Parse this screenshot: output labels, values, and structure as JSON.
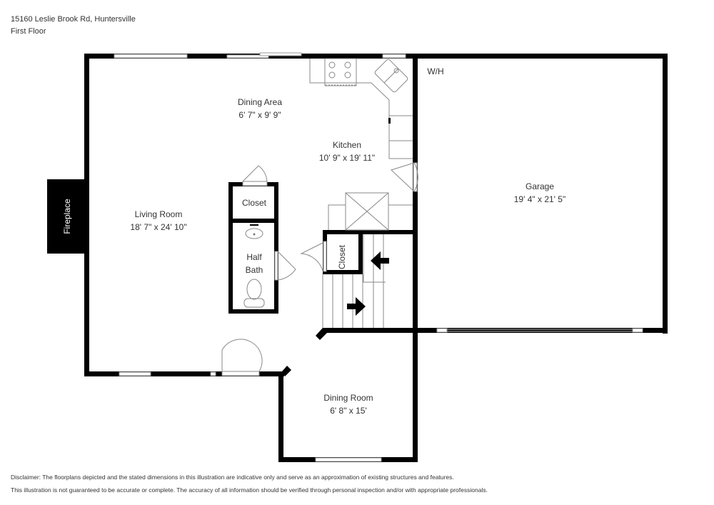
{
  "header": {
    "address": "15160 Leslie Brook Rd, Huntersville",
    "floor": "First Floor"
  },
  "rooms": {
    "dining_area": {
      "name": "Dining Area",
      "dims": "6' 7\" x 9' 9\""
    },
    "kitchen": {
      "name": "Kitchen",
      "dims": "10' 9\" x 19' 11\""
    },
    "living_room": {
      "name": "Living Room",
      "dims": "18' 7\" x 24' 10\""
    },
    "garage": {
      "name": "Garage",
      "dims": "19' 4\" x 21' 5\""
    },
    "dining_room": {
      "name": "Dining Room",
      "dims": "6' 8\" x 15'"
    },
    "closet_1": {
      "name": "Closet"
    },
    "closet_2": {
      "name": "Closet"
    },
    "half_bath": {
      "line1": "Half",
      "line2": "Bath"
    },
    "fireplace": {
      "name": "Fireplace"
    },
    "water_heater": {
      "name": "W/H"
    }
  },
  "disclaimer": {
    "line1": "Disclaimer: The floorplans depicted and the stated dimensions in this illustration are indicative only and serve as an approximation of existing structures and features.",
    "line2": "This illustration is not guaranteed to be accurate or complete. The accuracy of all information should be verified through personal inspection and/or with appropriate professionals."
  },
  "colors": {
    "wall": "#000000",
    "fixture_line": "#888888",
    "text": "#333333",
    "background": "#ffffff"
  }
}
